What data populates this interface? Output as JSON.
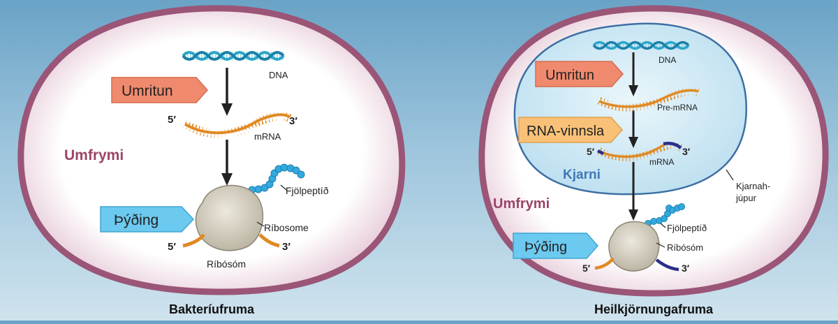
{
  "left_cell": {
    "caption": "Bakteríufruma",
    "cytoplasm_label": "Umfrymi",
    "dna_label": "DNA",
    "transcription_label": "Umritun",
    "mrna_label": "mRNA",
    "five_prime_label": "5′",
    "three_prime_label": "3′",
    "translation_label": "Þýðing",
    "polypeptide_label": "Fjölpeptíð",
    "ribosome_label": "Ríbosome",
    "ribosome_bottom_label": "Ríbósóm",
    "five_prime_bottom_label": "5′",
    "three_prime_bottom_label": "3′"
  },
  "right_cell": {
    "caption": "Heilkjörnungafruma",
    "cytoplasm_label": "Umfrymi",
    "nucleus_label": "Kjarni",
    "nuclear_envelope_label_line1": "Kjarnah-",
    "nuclear_envelope_label_line2": "júpur",
    "dna_label": "DNA",
    "transcription_label": "Umritun",
    "pre_mrna_label": "Pre-mRNA",
    "processing_label": "RNA-vinnsla",
    "mrna_label": "mRNA",
    "five_prime_label": "5′",
    "three_prime_label": "3′",
    "translation_label": "Þýðing",
    "polypeptide_label": "Fjölpeptíð",
    "ribosome_label": "Ríbósóm",
    "five_prime_bottom_label": "5′",
    "three_prime_bottom_label": "3′"
  },
  "colors": {
    "cell_wall": "#9a5577",
    "dna": "#2aa6c9",
    "rna": "#e08a24",
    "cap": "#2a2f8a",
    "transcription_arrow": "#f08a6e",
    "processing_arrow": "#f9c178",
    "translation_arrow": "#6cc9ef",
    "polypeptide": "#33a9de",
    "ribosome": "#d7d1c2",
    "nucleus": "#d5ecf6",
    "cytoplasm_text": "#9b4468",
    "nucleus_text": "#3f78b5"
  }
}
